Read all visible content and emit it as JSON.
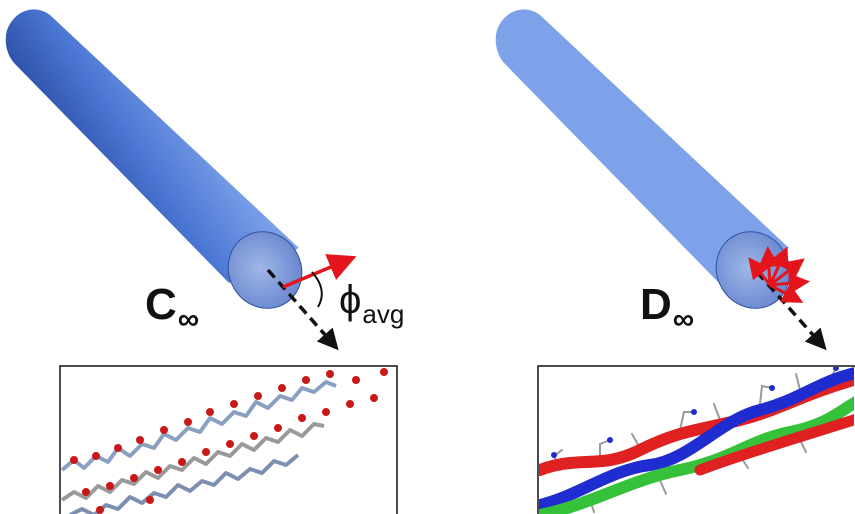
{
  "left_panel": {
    "symmetry": "C",
    "symmetry_sub": "∞",
    "angle_symbol": "ϕ",
    "angle_sub": "avg"
  },
  "right_panel": {
    "symmetry": "D",
    "symmetry_sub": "∞"
  },
  "colors": {
    "cylinder": "#4a76d3",
    "cap": "#6e8fd8",
    "arrow": "#e3141b",
    "axis": "#111111",
    "strand_red": "#e02121",
    "strand_blue": "#1f2ccf",
    "strand_green": "#35c23a",
    "backbone": "#8aa0c0",
    "oxygen": "#c81818"
  }
}
